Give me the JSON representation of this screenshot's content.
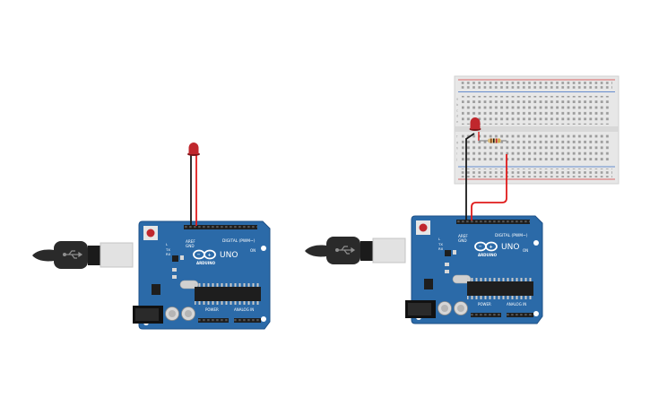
{
  "colors": {
    "board": "#2b6aa8",
    "board_edge": "#1d5087",
    "breadboard": "#e7e7e7",
    "led_red": "#c0272d",
    "wire_red": "#e01b1b",
    "wire_black": "#1a1a1a",
    "usb_cable": "#2a2a2a",
    "header": "#1e1e1e",
    "rail_red": "#d43a3a",
    "rail_blue": "#3b6fc6"
  },
  "boards": [
    {
      "model": "UNO",
      "brand": "ARDUINO",
      "header_digital": "DIGITAL (PWM~)",
      "header_power": "POWER",
      "header_analog": "ANALOG IN",
      "label_aref": "AREF",
      "label_gnd": "GND",
      "label_tx": "TX",
      "label_rx": "RX",
      "label_on": "ON",
      "label_l": "L"
    },
    {
      "model": "UNO",
      "brand": "ARDUINO",
      "header_digital": "DIGITAL (PWM~)",
      "header_power": "POWER",
      "header_analog": "ANALOG IN",
      "label_aref": "AREF",
      "label_gnd": "GND",
      "label_tx": "TX",
      "label_rx": "RX",
      "label_on": "ON",
      "label_l": "L"
    }
  ],
  "breadboard": {
    "row_letters_top": [
      "a",
      "b",
      "c",
      "d",
      "e"
    ],
    "row_letters_bottom": [
      "f",
      "g",
      "h",
      "i",
      "j"
    ]
  },
  "icons": {
    "usb": "usb-trident-icon",
    "arduino_logo": "arduino-infinity-icon"
  }
}
